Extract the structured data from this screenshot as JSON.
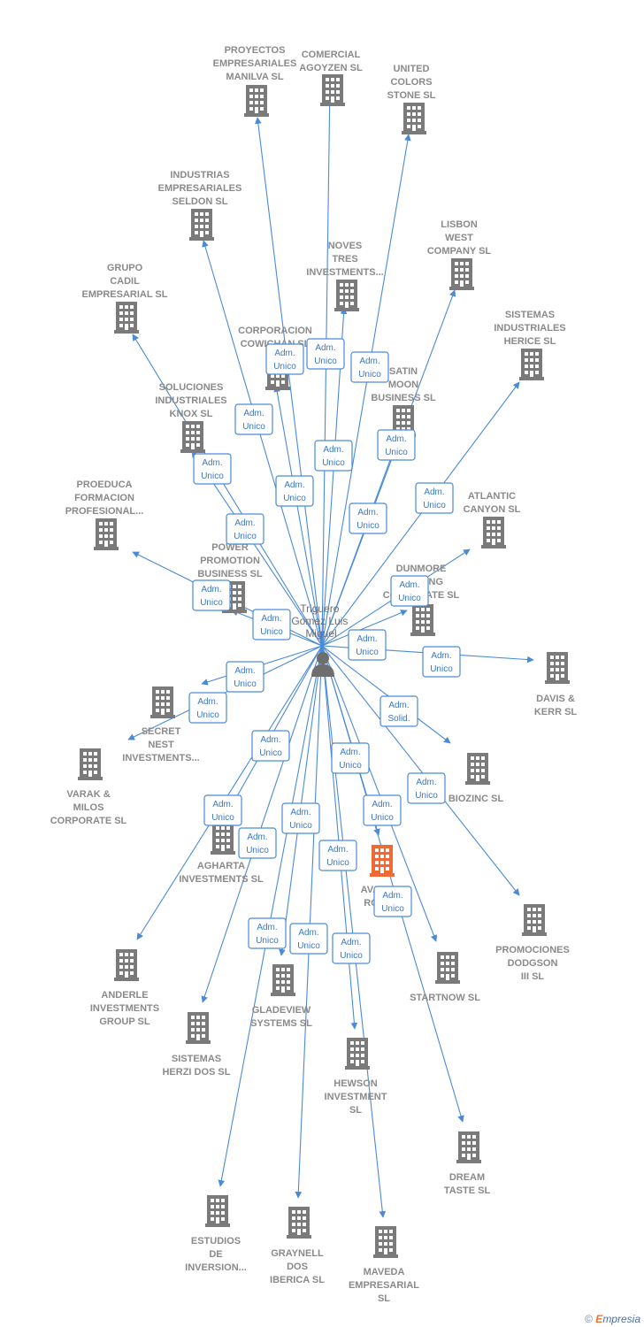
{
  "center": {
    "label_lines": [
      "Triguero",
      "Gomez Luis",
      "Miguel"
    ]
  },
  "colors": {
    "edge": "#4a8ad8",
    "building": "#7a7a7a",
    "building_highlight": "#f06a35",
    "person": "#6e6e6e"
  },
  "companies": [
    {
      "id": "proyectos",
      "lines": [
        "PROYECTOS",
        "EMPRESARIALES",
        "MANILVA SL"
      ]
    },
    {
      "id": "comercial",
      "lines": [
        "COMERCIAL",
        "AGOYZEN SL"
      ]
    },
    {
      "id": "united",
      "lines": [
        "UNITED",
        "COLORS",
        "STONE SL"
      ]
    },
    {
      "id": "industrias",
      "lines": [
        "INDUSTRIAS",
        "EMPRESARIALES",
        "SELDON SL"
      ]
    },
    {
      "id": "lisbon",
      "lines": [
        "LISBON",
        "WEST",
        "COMPANY  SL"
      ]
    },
    {
      "id": "grupo",
      "lines": [
        "GRUPO",
        "CADIL",
        "EMPRESARIAL SL"
      ]
    },
    {
      "id": "noves",
      "lines": [
        "NOVES",
        "TRES",
        "INVESTMENTS..."
      ]
    },
    {
      "id": "sistemas_herice",
      "lines": [
        "SISTEMAS",
        "INDUSTRIALES",
        "HERICE  SL"
      ]
    },
    {
      "id": "corporacion",
      "lines": [
        "CORPORACION",
        "COWICHAN SL"
      ]
    },
    {
      "id": "satin",
      "lines": [
        "SATIN",
        "MOON",
        "BUSINESS SL"
      ]
    },
    {
      "id": "soluciones",
      "lines": [
        "SOLUCIONES",
        "INDUSTRIALES",
        "KNOX SL"
      ]
    },
    {
      "id": "proeduca",
      "lines": [
        "PROEDUCA",
        "FORMACION",
        "PROFESIONAL..."
      ]
    },
    {
      "id": "atlantic",
      "lines": [
        "ATLANTIC",
        "CANYON SL"
      ]
    },
    {
      "id": "power",
      "lines": [
        "POWER",
        "PROMOTION",
        "BUSINESS  SL"
      ]
    },
    {
      "id": "dunmore",
      "lines": [
        "DUNMORE",
        "LANDING",
        "CORPORATE SL"
      ]
    },
    {
      "id": "davis",
      "lines": [
        "DAVIS &",
        "KERR SL"
      ]
    },
    {
      "id": "secret",
      "lines": [
        "SECRET",
        "NEST",
        "INVESTMENTS..."
      ]
    },
    {
      "id": "varak",
      "lines": [
        "VARAK &",
        "MILOS",
        "CORPORATE SL"
      ]
    },
    {
      "id": "biozinc",
      "lines": [
        "BIOZINC SL"
      ]
    },
    {
      "id": "agharta",
      "lines": [
        "AGHARTA",
        "INVESTMENTS SL"
      ]
    },
    {
      "id": "avalon",
      "lines": [
        "AVALON",
        "ROYAL"
      ],
      "highlight": true
    },
    {
      "id": "promociones",
      "lines": [
        "PROMOCIONES",
        "DODGSON",
        "III SL"
      ]
    },
    {
      "id": "anderle",
      "lines": [
        "ANDERLE",
        "INVESTMENTS",
        "GROUP SL"
      ]
    },
    {
      "id": "startnow",
      "lines": [
        "STARTNOW SL"
      ]
    },
    {
      "id": "gladeview",
      "lines": [
        "GLADEVIEW",
        "SYSTEMS  SL"
      ]
    },
    {
      "id": "sistemas_herzi",
      "lines": [
        "SISTEMAS",
        "HERZI DOS SL"
      ]
    },
    {
      "id": "hewson",
      "lines": [
        "HEWSON",
        "INVESTMENT",
        "SL"
      ]
    },
    {
      "id": "dream",
      "lines": [
        "DREAM",
        "TASTE SL"
      ]
    },
    {
      "id": "estudios",
      "lines": [
        "ESTUDIOS",
        "DE",
        "INVERSION..."
      ]
    },
    {
      "id": "graynell",
      "lines": [
        "GRAYNELL",
        "DOS",
        "IBERICA  SL"
      ]
    },
    {
      "id": "maveda",
      "lines": [
        "MAVEDA",
        "EMPRESARIAL",
        "SL"
      ]
    }
  ],
  "relations": [
    {
      "to": "proyectos",
      "lines": [
        "Adm.",
        "Unico"
      ]
    },
    {
      "to": "comercial",
      "lines": [
        "Adm.",
        "Unico"
      ]
    },
    {
      "to": "united",
      "lines": [
        "Adm.",
        "Unico"
      ]
    },
    {
      "to": "industrias",
      "lines": [
        "Adm.",
        "Unico"
      ]
    },
    {
      "to": "lisbon",
      "lines": [
        "Adm.",
        "Unico"
      ]
    },
    {
      "to": "grupo",
      "lines": [
        "Adm.",
        "Unico"
      ]
    },
    {
      "to": "noves",
      "lines": [
        "Adm.",
        "Unico"
      ]
    },
    {
      "to": "sistemas_herice",
      "lines": [
        "Adm.",
        "Unico"
      ]
    },
    {
      "to": "corporacion",
      "lines": [
        "Adm.",
        "Unico"
      ]
    },
    {
      "to": "satin",
      "lines": [
        "Adm.",
        "Unico"
      ]
    },
    {
      "to": "soluciones",
      "lines": [
        "Adm.",
        "Unico"
      ]
    },
    {
      "to": "proeduca",
      "lines": [
        "Adm.",
        "Unico"
      ]
    },
    {
      "to": "atlantic",
      "lines": [
        "Adm.",
        "Unico"
      ]
    },
    {
      "to": "power",
      "lines": [
        "Adm.",
        "Unico"
      ]
    },
    {
      "to": "dunmore",
      "lines": [
        "Adm.",
        "Unico"
      ]
    },
    {
      "to": "davis",
      "lines": [
        "Adm.",
        "Unico"
      ]
    },
    {
      "to": "secret",
      "lines": [
        "Adm.",
        "Unico"
      ]
    },
    {
      "to": "varak",
      "lines": [
        "Adm.",
        "Unico"
      ]
    },
    {
      "to": "biozinc",
      "lines": [
        "Adm.",
        "Solid."
      ]
    },
    {
      "to": "agharta",
      "lines": [
        "Adm.",
        "Unico"
      ]
    },
    {
      "to": "avalon",
      "lines": [
        "Adm.",
        "Unico"
      ]
    },
    {
      "to": "promociones",
      "lines": [
        "Adm.",
        "Unico"
      ]
    },
    {
      "to": "anderle",
      "lines": [
        "Adm.",
        "Unico"
      ]
    },
    {
      "to": "startnow",
      "lines": [
        "Adm.",
        "Unico"
      ]
    },
    {
      "to": "gladeview",
      "lines": [
        "Adm.",
        "Unico"
      ]
    },
    {
      "to": "sistemas_herzi",
      "lines": [
        "Adm.",
        "Unico"
      ]
    },
    {
      "to": "hewson",
      "lines": [
        "Adm.",
        "Unico"
      ]
    },
    {
      "to": "dream",
      "lines": [
        "Adm.",
        "Unico"
      ]
    },
    {
      "to": "estudios",
      "lines": [
        "Adm.",
        "Unico"
      ]
    },
    {
      "to": "graynell",
      "lines": [
        "Adm.",
        "Unico"
      ]
    },
    {
      "to": "maveda",
      "lines": [
        "Adm.",
        "Unico"
      ]
    }
  ],
  "footer": {
    "copyright": "©",
    "brand_initial": "E",
    "brand_rest": "mpresia"
  }
}
